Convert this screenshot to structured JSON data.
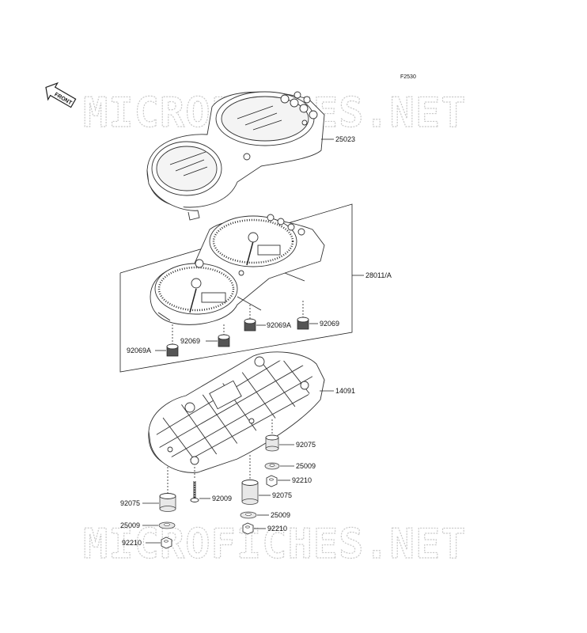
{
  "figure_code": "F2530",
  "front_label": "FRONT",
  "watermark": "MICROFICHES.NET",
  "callouts": {
    "p25023": "25023",
    "p28011A": "28011/A",
    "p92069A_right": "92069A",
    "p92069_right": "92069",
    "p92069_mid": "92069",
    "p92069A_left": "92069A",
    "p14091": "14091",
    "p92075_right": "92075",
    "p25009_right": "25009",
    "p92210_right": "92210",
    "p92009": "92009",
    "p92075_mid": "92075",
    "p25009_mid": "25009",
    "p92210_mid": "92210",
    "p92075_left": "92075",
    "p25009_left": "25009",
    "p92210_left": "92210"
  }
}
